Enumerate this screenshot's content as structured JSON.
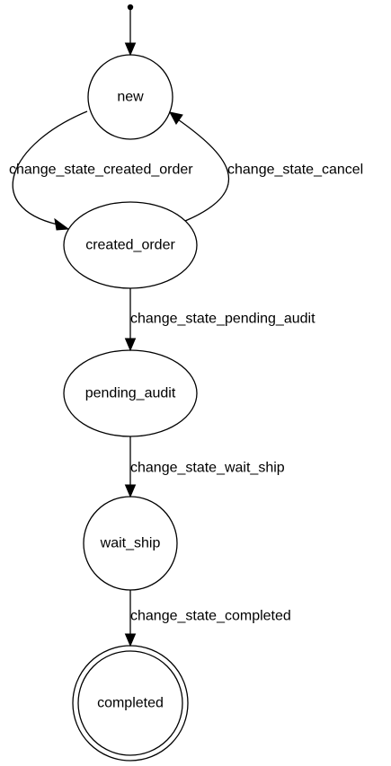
{
  "diagram": {
    "type": "state-machine",
    "nodes": [
      {
        "id": "new",
        "label": "new"
      },
      {
        "id": "created_order",
        "label": "created_order"
      },
      {
        "id": "pending_audit",
        "label": "pending_audit"
      },
      {
        "id": "wait_ship",
        "label": "wait_ship"
      },
      {
        "id": "completed",
        "label": "completed",
        "final": true
      }
    ],
    "edges": [
      {
        "from": "new",
        "to": "created_order",
        "label": "change_state_created_order"
      },
      {
        "from": "created_order",
        "to": "new",
        "label": "change_state_cancel"
      },
      {
        "from": "created_order",
        "to": "pending_audit",
        "label": "change_state_pending_audit"
      },
      {
        "from": "pending_audit",
        "to": "wait_ship",
        "label": "change_state_wait_ship"
      },
      {
        "from": "wait_ship",
        "to": "completed",
        "label": "change_state_completed"
      }
    ]
  }
}
